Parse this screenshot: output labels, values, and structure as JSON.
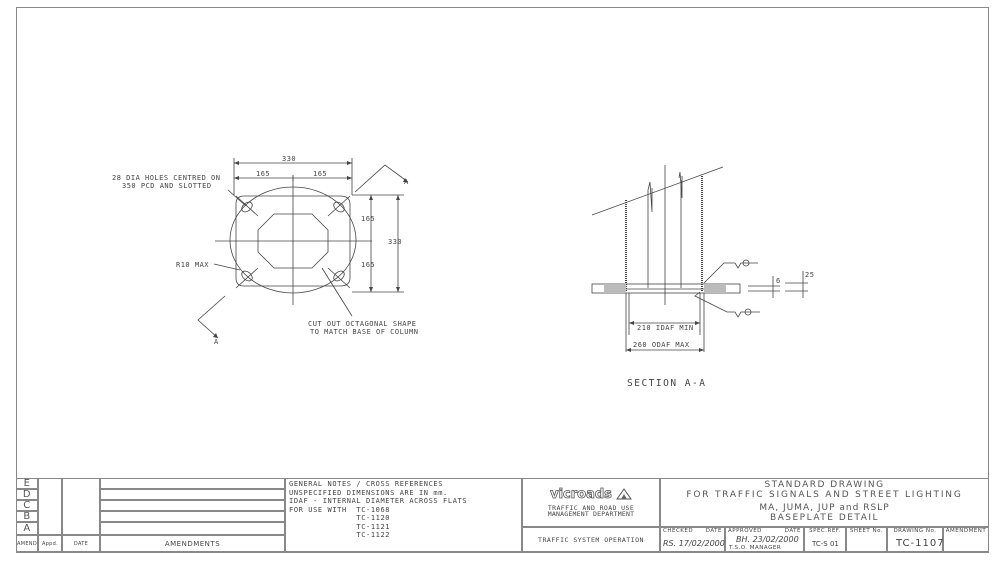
{
  "drawing": {
    "plan_view": {
      "dims": {
        "overall_width": "330",
        "half_left": "165",
        "half_right": "165",
        "half_top": "165",
        "half_bottom": "165",
        "overall_height": "330"
      },
      "notes": {
        "holes_line1": "28 DIA HOLES CENTRED ON",
        "holes_line2": "350 PCD AND SLOTTED",
        "radius": "R10 MAX",
        "cutout_line1": "CUT OUT OCTAGONAL SHAPE",
        "cutout_line2": "TO MATCH BASE OF COLUMN"
      },
      "section_marker": "A"
    },
    "section_view": {
      "title": "SECTION A-A",
      "dims": {
        "inner": "210 IDAF MIN",
        "outer": "260 ODAF MAX",
        "thickness_small": "6",
        "thickness_plate": "25"
      }
    }
  },
  "title_block": {
    "amendments": {
      "rows": [
        "E",
        "D",
        "C",
        "B",
        "A"
      ],
      "headers": {
        "amend": "AMEND",
        "appd": "Appd.",
        "date": "DATE",
        "amendments": "AMENDMENTS"
      }
    },
    "general_notes": {
      "lines": [
        "GENERAL NOTES / CROSS REFERENCES",
        "UNSPECIFIED DIMENSIONS ARE IN mm.",
        "IDAF - INTERNAL DIAMETER ACROSS FLATS",
        "FOR USE WITH  TC-1068",
        "              TC-1120",
        "              TC-1121",
        "              TC-1122"
      ]
    },
    "org": {
      "logo": "vicroads",
      "logo_icon": "vicroads-mountain-logo-icon",
      "dept_line1": "TRAFFIC AND ROAD USE",
      "dept_line2": "MANAGEMENT DEPARTMENT",
      "division": "TRAFFIC SYSTEM OPERATION"
    },
    "title": {
      "line1": "STANDARD DRAWING",
      "line2": "FOR TRAFFIC SIGNALS AND STREET LIGHTING",
      "line3": "MA, JUMA, JUP and RSLP",
      "line4": "BASEPLATE DETAIL"
    },
    "fields": {
      "checked_label": "CHECKED",
      "checked_date_label": "DATE",
      "checked_value": "RS. 17/02/2000",
      "approved_label": "APPROVED",
      "approved_date_label": "DATE",
      "approved_value": "BH. 23/02/2000",
      "approved_role": "T.S.O. MANAGER",
      "spec_label": "SPEC.REF.",
      "spec_value": "TC-S 01",
      "sheet_label": "SHEET No.",
      "sheet_value": "",
      "drawing_label": "DRAWING No.",
      "drawing_value": "TC-1107",
      "amendment_label": "AMENDMENT",
      "amendment_value": ""
    }
  }
}
